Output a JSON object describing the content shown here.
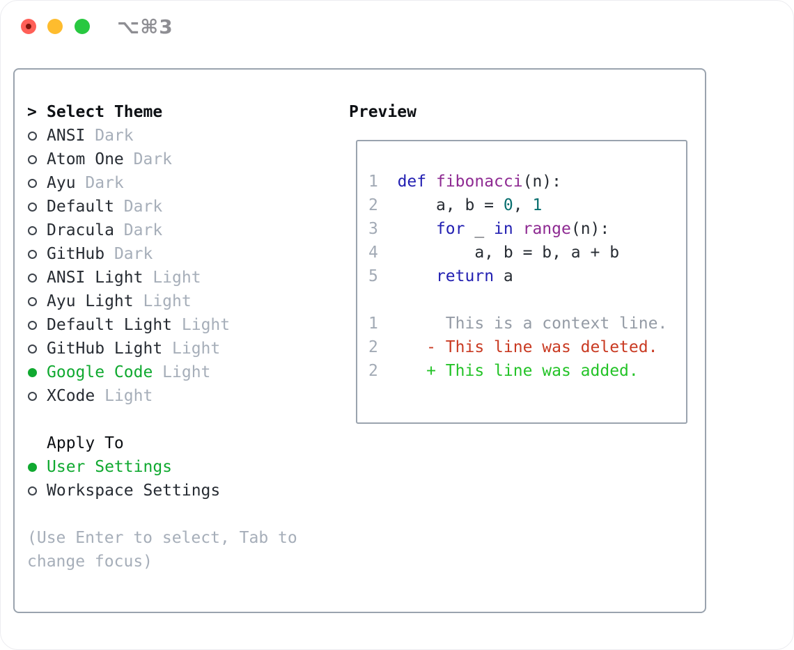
{
  "window": {
    "title": "⌥⌘3",
    "traffic_lights": [
      "close",
      "minimize",
      "zoom"
    ]
  },
  "theme_selector": {
    "prompt": ">",
    "title": "Select Theme",
    "items": [
      {
        "label": "ANSI",
        "variant": "Dark",
        "selected": false
      },
      {
        "label": "Atom One",
        "variant": "Dark",
        "selected": false
      },
      {
        "label": "Ayu",
        "variant": "Dark",
        "selected": false
      },
      {
        "label": "Default",
        "variant": "Dark",
        "selected": false
      },
      {
        "label": "Dracula",
        "variant": "Dark",
        "selected": false
      },
      {
        "label": "GitHub",
        "variant": "Dark",
        "selected": false
      },
      {
        "label": "ANSI Light",
        "variant": "Light",
        "selected": false
      },
      {
        "label": "Ayu Light",
        "variant": "Light",
        "selected": false
      },
      {
        "label": "Default Light",
        "variant": "Light",
        "selected": false
      },
      {
        "label": "GitHub Light",
        "variant": "Light",
        "selected": false
      },
      {
        "label": "Google Code",
        "variant": "Light",
        "selected": true
      },
      {
        "label": "XCode",
        "variant": "Light",
        "selected": false
      }
    ]
  },
  "apply_to": {
    "title": "Apply To",
    "options": [
      {
        "label": "User Settings",
        "selected": true
      },
      {
        "label": "Workspace Settings",
        "selected": false
      }
    ]
  },
  "hint": "(Use Enter to select, Tab to change focus)",
  "preview": {
    "title": "Preview",
    "lines": [
      {
        "num": "1",
        "tokens": [
          [
            "pln",
            "  "
          ],
          [
            "kwd",
            "def"
          ],
          [
            "pln",
            " "
          ],
          [
            "typ",
            "fibonacci"
          ],
          [
            "pln",
            "(n):"
          ]
        ]
      },
      {
        "num": "2",
        "tokens": [
          [
            "pln",
            "      a, b = "
          ],
          [
            "lit",
            "0"
          ],
          [
            "pln",
            ", "
          ],
          [
            "lit",
            "1"
          ]
        ]
      },
      {
        "num": "3",
        "tokens": [
          [
            "pln",
            "      "
          ],
          [
            "kwd",
            "for"
          ],
          [
            "pln",
            " _ "
          ],
          [
            "kwd",
            "in"
          ],
          [
            "pln",
            " "
          ],
          [
            "typ",
            "range"
          ],
          [
            "pln",
            "(n):"
          ]
        ]
      },
      {
        "num": "4",
        "tokens": [
          [
            "pln",
            "          a, b = b, a + b"
          ]
        ]
      },
      {
        "num": "5",
        "tokens": [
          [
            "pln",
            "      "
          ],
          [
            "kwd",
            "return"
          ],
          [
            "pln",
            " a"
          ]
        ]
      },
      {
        "num": "",
        "tokens": []
      },
      {
        "num": "1",
        "tokens": [
          [
            "ctx",
            "       This is a context line."
          ]
        ]
      },
      {
        "num": "2",
        "tokens": [
          [
            "del",
            "     - This line was deleted."
          ]
        ]
      },
      {
        "num": "2",
        "tokens": [
          [
            "add",
            "     + This line was added."
          ]
        ]
      }
    ]
  },
  "colors": {
    "title": "#0d1014",
    "text": "#272c33",
    "muted": "#a6aeb9",
    "ln": "#a2aab5",
    "ctx": "#949ba5",
    "accent": "#10a930",
    "add": "#24c328",
    "del": "#c93a22",
    "kwd": "#2320b2",
    "typ": "#8e2a92",
    "lit": "#076e6e",
    "panel-border": "#9aa3ae"
  }
}
